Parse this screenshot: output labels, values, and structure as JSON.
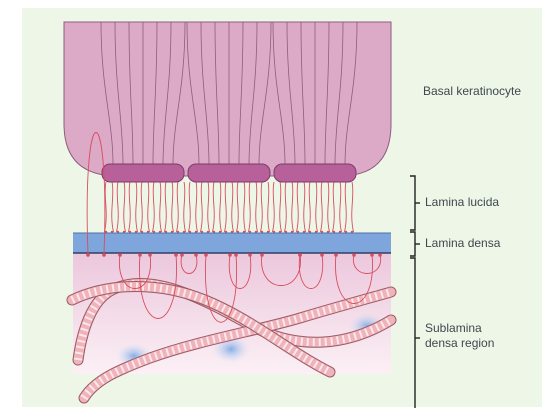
{
  "diagram": {
    "labels": {
      "basal_keratinocyte": "Basal keratinocyte",
      "lamina_lucida": "Lamina lucida",
      "lamina_densa": "Lamina densa",
      "sublamina_line1": "Sublamina",
      "sublamina_line2": "densa region"
    },
    "colors": {
      "background": "#eef7e7",
      "cell_fill": "#dcaac7",
      "cell_stroke": "#8c5d7c",
      "hemidesmosome": "#b8609a",
      "anchoring_filament": "#d94d5e",
      "lamina_densa": "#7fa6dc",
      "sublamina_bg": "#f2dbe8",
      "fibril": "#e89aa3",
      "anchoring_plaque": "#9fc2ee"
    }
  }
}
